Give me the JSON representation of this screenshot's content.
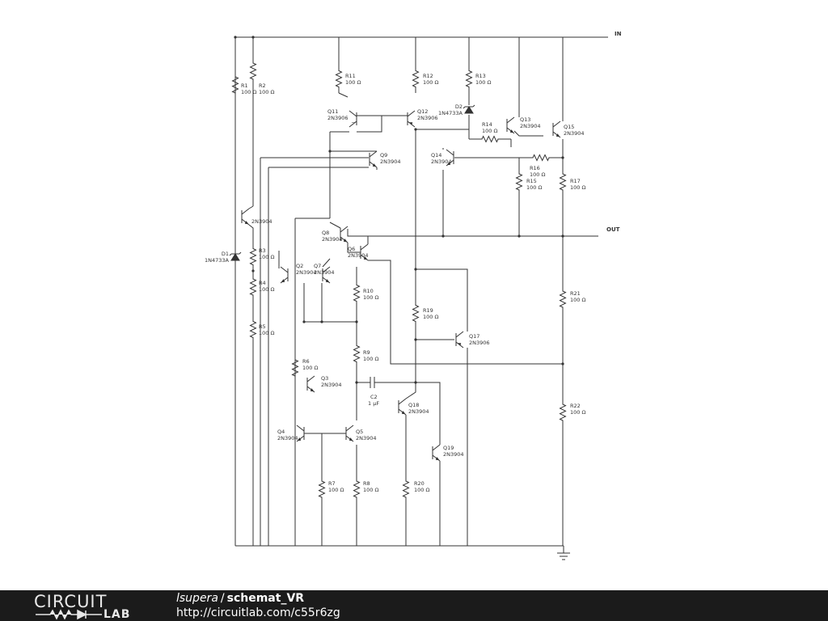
{
  "ports": {
    "in": "IN",
    "out": "OUT"
  },
  "components": {
    "R1": {
      "name": "R1",
      "value": "100 Ω"
    },
    "R2": {
      "name": "R2",
      "value": "100 Ω"
    },
    "R3": {
      "name": "R3",
      "value": "100 Ω"
    },
    "R4": {
      "name": "R4",
      "value": "100 Ω"
    },
    "R5": {
      "name": "R5",
      "value": "100 Ω"
    },
    "R6": {
      "name": "R6",
      "value": "100 Ω"
    },
    "R7": {
      "name": "R7",
      "value": "100 Ω"
    },
    "R8": {
      "name": "R8",
      "value": "100 Ω"
    },
    "R9": {
      "name": "R9",
      "value": "100 Ω"
    },
    "R10": {
      "name": "R10",
      "value": "100 Ω"
    },
    "R11": {
      "name": "R11",
      "value": "100 Ω"
    },
    "R12": {
      "name": "R12",
      "value": "100 Ω"
    },
    "R13": {
      "name": "R13",
      "value": "100 Ω"
    },
    "R14": {
      "name": "R14",
      "value": "100 Ω"
    },
    "R15": {
      "name": "R15",
      "value": "100 Ω"
    },
    "R16": {
      "name": "R16",
      "value": "100 Ω"
    },
    "R17": {
      "name": "R17",
      "value": "100 Ω"
    },
    "R19": {
      "name": "R19",
      "value": "100 Ω"
    },
    "R20": {
      "name": "R20",
      "value": "100 Ω"
    },
    "R21": {
      "name": "R21",
      "value": "100 Ω"
    },
    "R22": {
      "name": "R22",
      "value": "100 Ω"
    },
    "C2": {
      "name": "C2",
      "value": "1 µF"
    },
    "D1": {
      "name": "D1",
      "value": "1N4733A"
    },
    "D2": {
      "name": "D2",
      "value": "1N4733A"
    },
    "Q1": {
      "name": "",
      "value": "2N3904"
    },
    "Q2": {
      "name": "Q2",
      "value": "2N3904"
    },
    "Q3": {
      "name": "Q3",
      "value": "2N3904"
    },
    "Q4": {
      "name": "Q4",
      "value": "2N3904"
    },
    "Q5": {
      "name": "Q5",
      "value": "2N3904"
    },
    "Q6": {
      "name": "Q6",
      "value": "2N3904"
    },
    "Q7": {
      "name": "Q7",
      "value": "2N3904"
    },
    "Q8": {
      "name": "Q8",
      "value": "2N3904"
    },
    "Q9": {
      "name": "Q9",
      "value": "2N3904"
    },
    "Q11": {
      "name": "Q11",
      "value": "2N3906"
    },
    "Q12": {
      "name": "Q12",
      "value": "2N3906"
    },
    "Q13": {
      "name": "Q13",
      "value": "2N3904"
    },
    "Q14": {
      "name": "Q14",
      "value": "2N3904"
    },
    "Q15": {
      "name": "Q15",
      "value": "2N3904"
    },
    "Q17": {
      "name": "Q17",
      "value": "2N3906"
    },
    "Q18": {
      "name": "Q18",
      "value": "2N3904"
    },
    "Q19": {
      "name": "Q19",
      "value": "2N3904"
    }
  },
  "footer": {
    "logo_top": "CIRCUIT",
    "logo_bottom": "LAB",
    "author": "lsupera",
    "separator": "/",
    "title": "schemat_VR",
    "url": "http://circuitlab.com/c55r6zg"
  }
}
